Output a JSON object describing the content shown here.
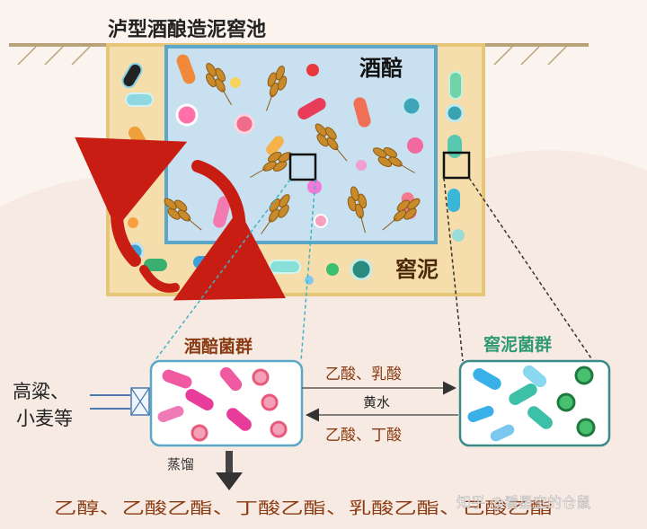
{
  "title": "泸型酒酿造泥窖池",
  "labels": {
    "jiupei": "酒醅",
    "jiaoni": "窖泥",
    "jiupei_flora": "酒醅菌群",
    "jiaoni_flora": "窖泥菌群",
    "inputs_line1": "高粱、",
    "inputs_line2": "小麦等",
    "arrow_to_pit": "乙酸、乳酸",
    "arrow_mid": "黄水",
    "arrow_to_grains": "乙酸、丁酸",
    "distill": "蒸馏",
    "products": "乙醇、乙酸乙酯、丁酸乙酯、乳酸乙酯、己酸乙酯",
    "watermark": "知乎 @看星空的仓鼠"
  },
  "colors": {
    "pit_mud": "#f5deab",
    "grains_bg": "#c5def0",
    "border_blue": "#5aa7c8",
    "cycle_red": "#d42a1e",
    "green_label": "#2f9a72",
    "brown_text": "#8a3a12"
  }
}
